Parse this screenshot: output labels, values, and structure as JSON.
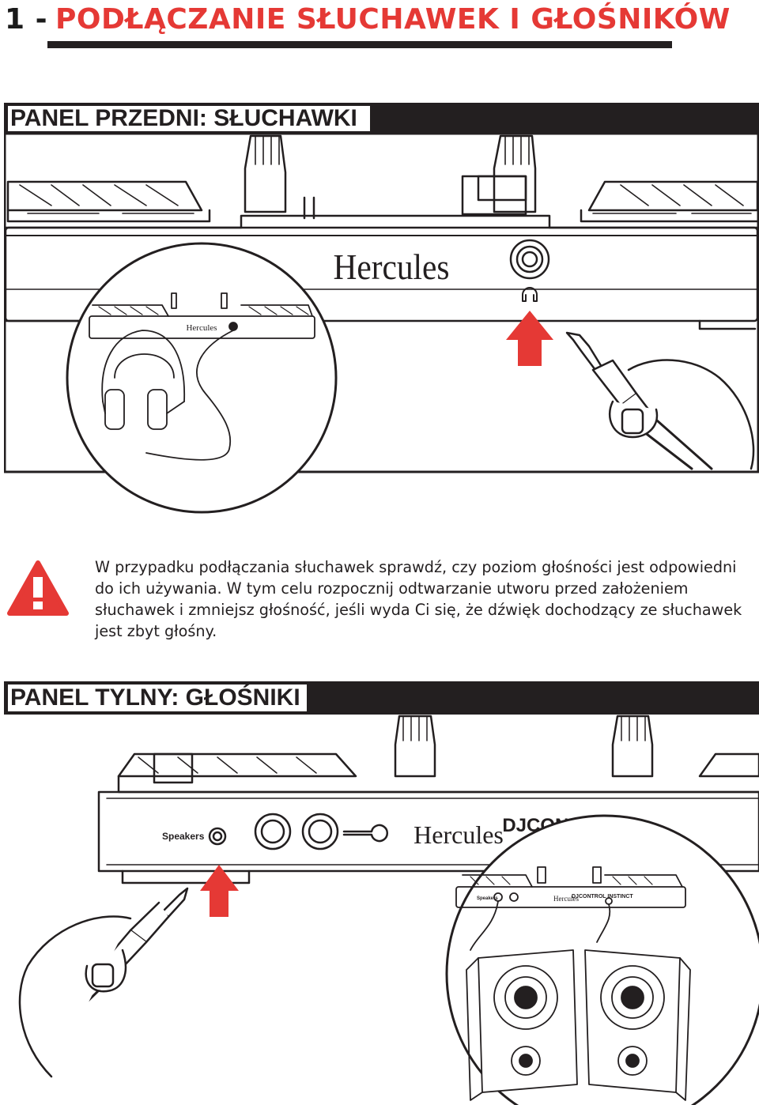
{
  "section": {
    "number": "1 -",
    "title": "PODŁĄCZANIE SŁUCHAWEK I GŁOŚNIKÓW"
  },
  "front_panel": {
    "heading": "PANEL PRZEDNI: SŁUCHAWKI",
    "logo": "Hercules",
    "mini_logo": "Hercules"
  },
  "warning": {
    "icon": "warning-icon",
    "text": "W przypadku podłączania słuchawek sprawdź, czy poziom głośności jest odpowiedni do ich używania. W tym celu rozpocznij odtwarzanie utworu przed założeniem słuchawek i zmniejsz głośność, jeśli wyda Ci się, że dźwięk dochodzący ze słuchawek jest zbyt głośny."
  },
  "back_panel": {
    "heading": "PANEL TYLNY: GŁOŚNIKI",
    "speakers_label": "Speakers",
    "logo": "Hercules",
    "product_logo": "DJCONTROL",
    "mini_speakers_label": "Speakers",
    "mini_logo": "Hercules",
    "mini_product_logo": "DJCONTROL INSTINCT"
  },
  "colors": {
    "accent": "#e53935",
    "dark": "#231f20"
  }
}
